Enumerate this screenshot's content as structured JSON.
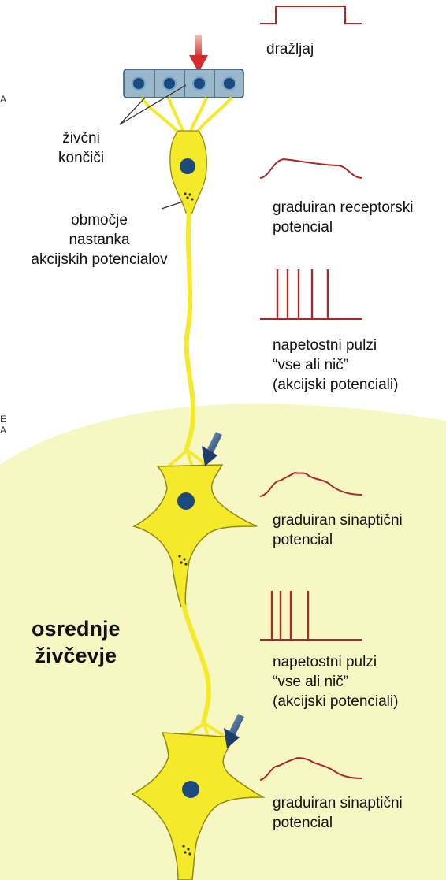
{
  "colors": {
    "cns_region": "#f7f7c4",
    "neuron_fill": "#f5ea2a",
    "neuron_outline": "#8f8a14",
    "nucleus": "#1d4a7e",
    "receptor_cell": "#8fb0c4",
    "trace": "#a82a2a",
    "stimulus_arrow": "#d42a2a",
    "synapse_arrow": "#1f3c68"
  },
  "labels": {
    "stimulus": "dražljaj",
    "nerve_endings": [
      "živčni",
      "končiči"
    ],
    "trigger_zone": [
      "območje",
      "nastanka",
      "akcijskih potencialov"
    ],
    "receptor_potential": [
      "graduiran receptorski",
      "potencial"
    ],
    "action_potentials_1": [
      "napetostni pulzi",
      "“vse ali nič”",
      "(akcijski potenciali)"
    ],
    "synaptic_potential_1": [
      "graduiran sinaptični",
      "potencial"
    ],
    "action_potentials_2": [
      "napetostni pulzi",
      "“vse ali nič”",
      "(akcijski potenciali)"
    ],
    "synaptic_potential_2": [
      "graduiran sinaptični",
      "potencial"
    ],
    "cns": [
      "osrednje",
      "živčevje"
    ]
  },
  "edge_marks": {
    "a": "A",
    "e": "E",
    "a2": "A"
  }
}
